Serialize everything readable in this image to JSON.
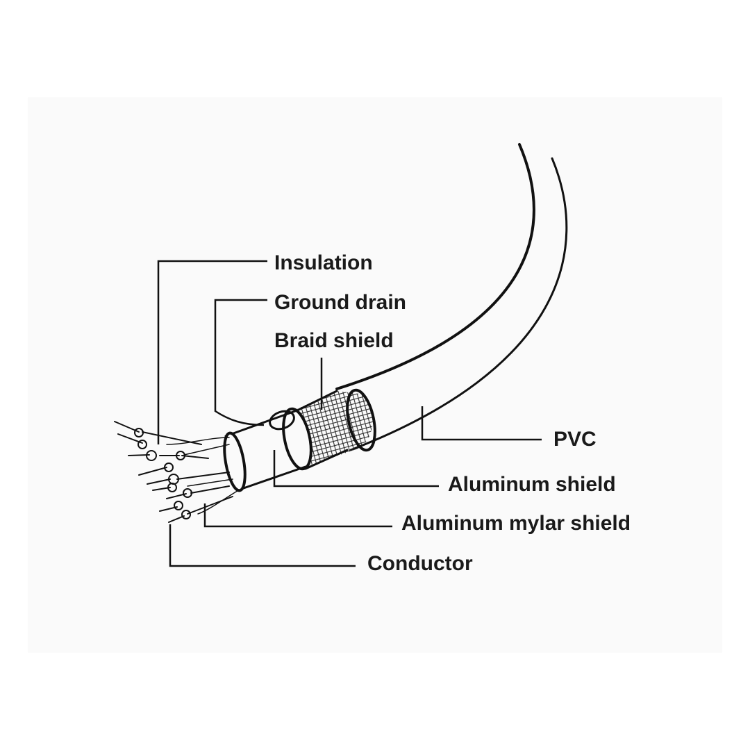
{
  "diagram": {
    "title_hidden": null,
    "labels": {
      "insulation": "Insulation",
      "ground_drain": "Ground drain",
      "braid_shield": "Braid shield",
      "pvc": "PVC",
      "aluminum_shield": "Aluminum shield",
      "aluminum_mylar_shield": "Aluminum mylar shield",
      "conductor": "Conductor"
    },
    "colors": {
      "line": "#111111",
      "panel": "#fafafa",
      "background": "#ffffff"
    }
  }
}
